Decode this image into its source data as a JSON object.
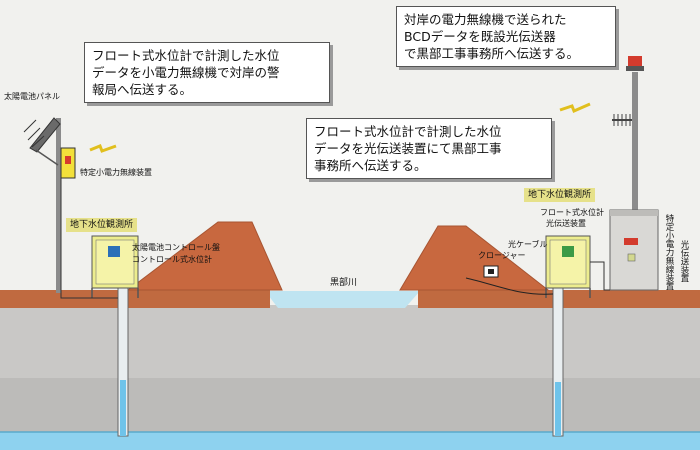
{
  "callouts": {
    "left": [
      "フロート式水位計で計測した水位",
      "データを小電力無線機で対岸の警",
      "報局へ伝送する。"
    ],
    "middle": [
      "フロート式水位計で計測した水位",
      "データを光伝送装置にて黒部工事",
      "事務所へ伝送する。"
    ],
    "top_right": [
      "対岸の電力無線機で送られた",
      "BCDデータを既設光伝送器",
      "で黒部工事事務所へ伝送する。"
    ]
  },
  "labels": {
    "solar_panel": "太陽電池パネル",
    "low_power_radio": "特定小電力無線装置",
    "station_left": "地下水位観測所",
    "station_right": "地下水位観測所",
    "solar_controller": "太陽電池コントロール盤",
    "float_gauge_left": "コントロール式水位計",
    "closure": "クロージャー",
    "optical_cable": "光ケーブル",
    "float_gauge_right": "フロート式水位計",
    "optical_transmitter": "光伝送装置",
    "river": "黒部川",
    "vertical_radio": "特定小電力無線装置",
    "vertical_optical": "光伝送装置"
  }
}
